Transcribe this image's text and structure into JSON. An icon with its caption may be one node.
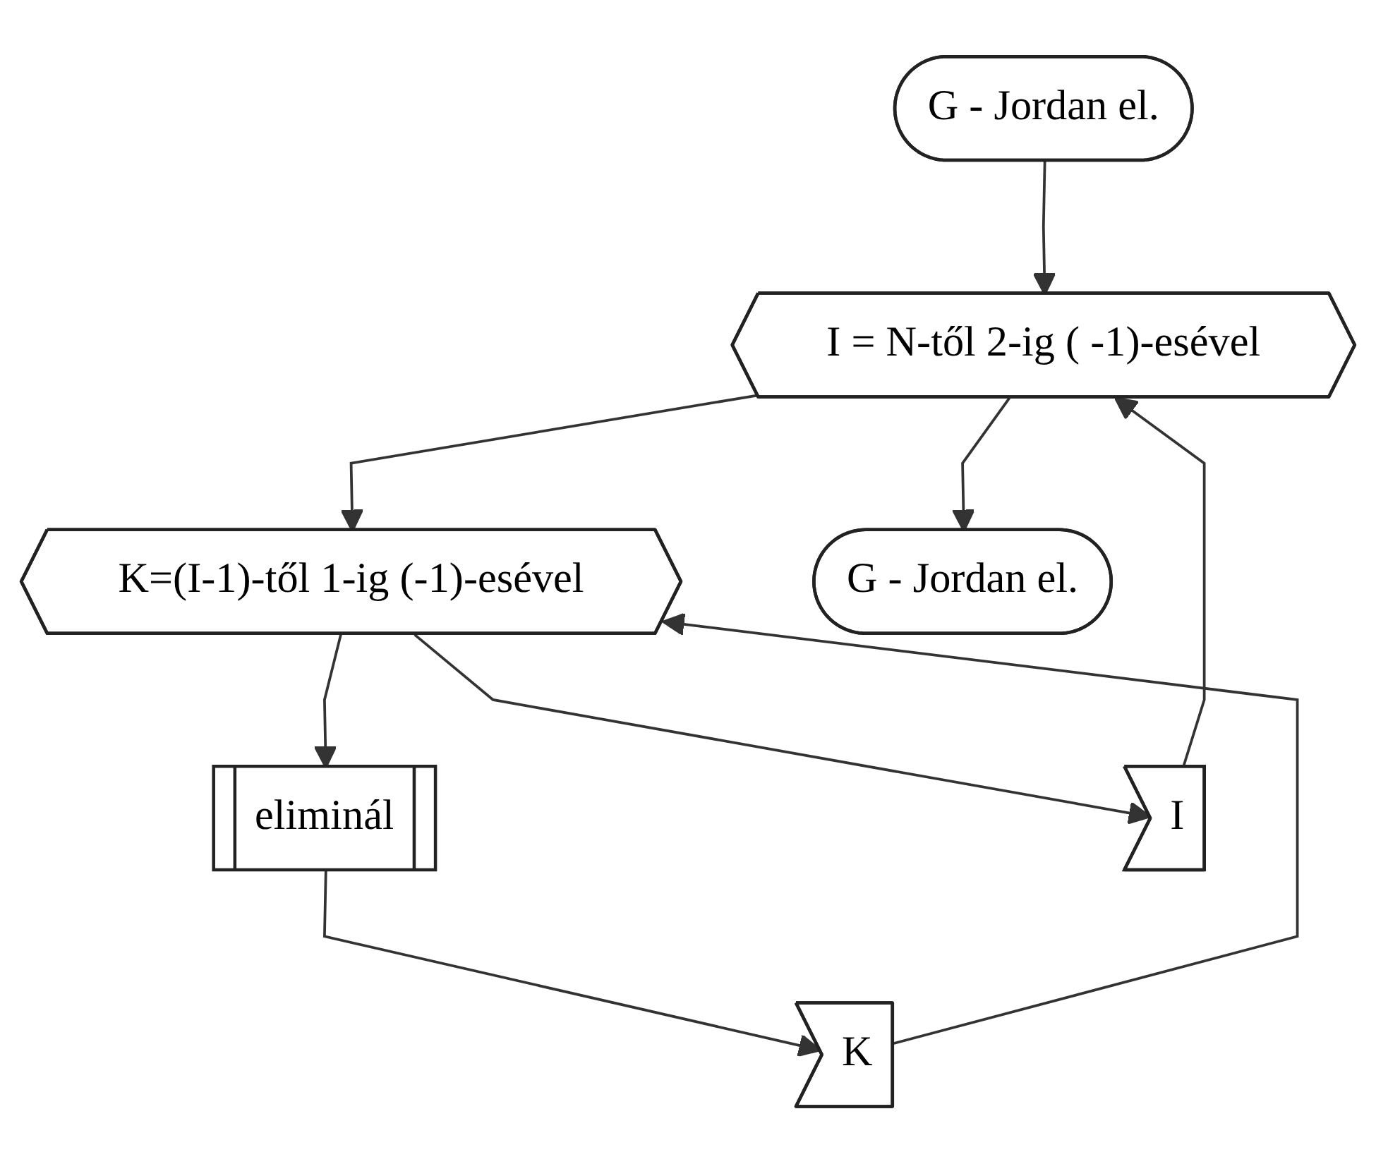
{
  "diagram": {
    "nodes": [
      {
        "text": [
          "G - Jordan el."
        ]
      },
      {
        "text": [
          "I = N-től 2-ig ( -1)-esével"
        ]
      },
      {
        "text": [
          "K=(I-1)-től 1-ig (-1)-esével"
        ]
      },
      {
        "text": [
          "eliminál"
        ]
      },
      {
        "text": [
          "K"
        ]
      },
      {
        "text": [
          "I"
        ]
      },
      {
        "text": [
          "G - Jordan el."
        ]
      }
    ],
    "edges": [
      {
        "from": 0,
        "to": 1,
        "arrow": "to"
      },
      {
        "from": 1,
        "to": 2,
        "arrow": "to"
      },
      {
        "from": 2,
        "to": 3,
        "arrow": "to"
      },
      {
        "from": 3,
        "to": 4,
        "arrow": "to"
      },
      {
        "from": 4,
        "to": 2,
        "arrow": "to"
      },
      {
        "from": 2,
        "to": 5,
        "arrow": "to"
      },
      {
        "from": 5,
        "to": 1,
        "arrow": "to"
      },
      {
        "from": 1,
        "to": 6,
        "arrow": "to"
      }
    ]
  }
}
